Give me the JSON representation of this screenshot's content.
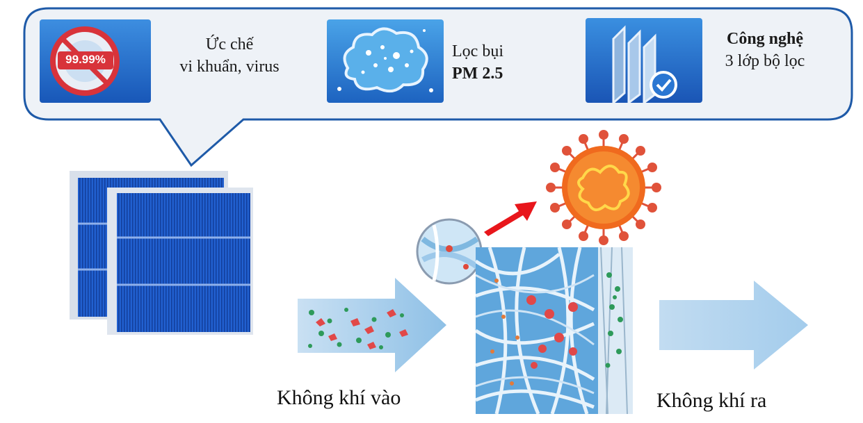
{
  "features": [
    {
      "icon": "shield-99-icon",
      "badge": "99.99%",
      "line1": "Ức chế",
      "line2": "vi khuẩn, virus"
    },
    {
      "icon": "dust-cloud-icon",
      "line1": "Lọc bụi",
      "line2": "PM 2.5"
    },
    {
      "icon": "filter-layers-icon",
      "line1": "Công nghệ",
      "line2": "3 lớp bộ lọc"
    }
  ],
  "captions": {
    "air_in": "Không khí vào",
    "air_out": "Không khí ra"
  },
  "colors": {
    "callout_border": "#1e5aa8",
    "callout_fill": "#eef2f7",
    "filter_blue": "#1f56c9",
    "arrow_blue": "#a9cdea",
    "virus_orange": "#f06a1e",
    "virus_red": "#d63a2a",
    "pointer_red": "#e8161b"
  }
}
